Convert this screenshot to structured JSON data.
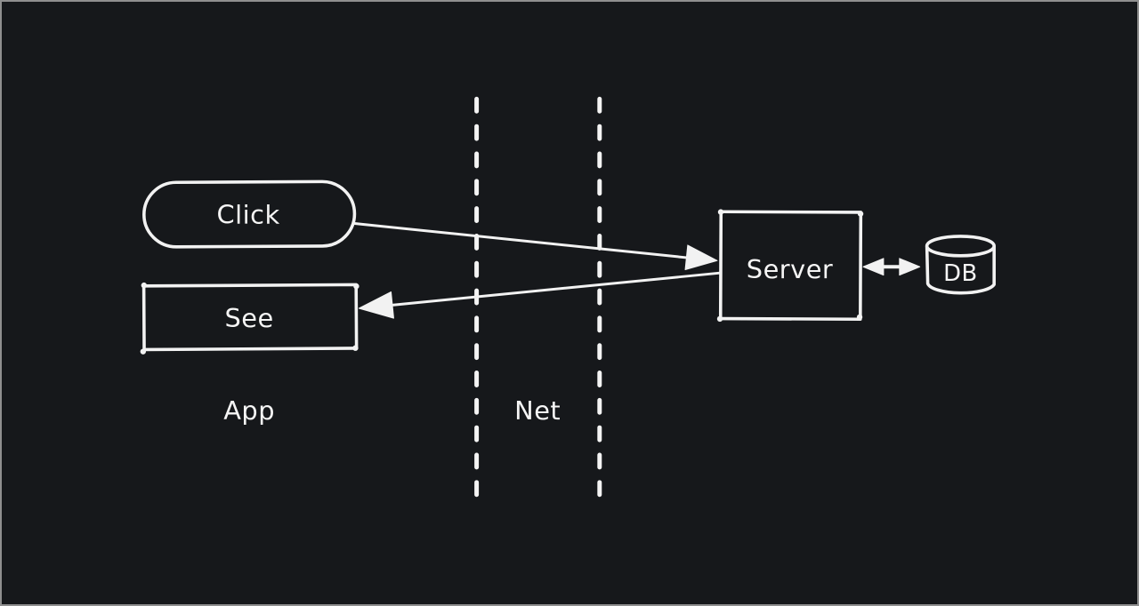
{
  "diagram": {
    "background_color": "#16181b",
    "stroke_color": "#f2f2f2",
    "text_color": "#f5f5f5",
    "nodes": {
      "click": {
        "label": "Click",
        "shape": "pill"
      },
      "see": {
        "label": "See",
        "shape": "rectangle"
      },
      "server": {
        "label": "Server",
        "shape": "rectangle"
      },
      "db": {
        "label": "DB",
        "shape": "cylinder"
      }
    },
    "zones": {
      "app": {
        "label": "App"
      },
      "net": {
        "label": "Net"
      }
    },
    "edges": [
      {
        "from": "click",
        "to": "server",
        "type": "arrow"
      },
      {
        "from": "server",
        "to": "see",
        "type": "arrow"
      },
      {
        "from": "server",
        "to": "db",
        "type": "double-arrow"
      }
    ]
  }
}
